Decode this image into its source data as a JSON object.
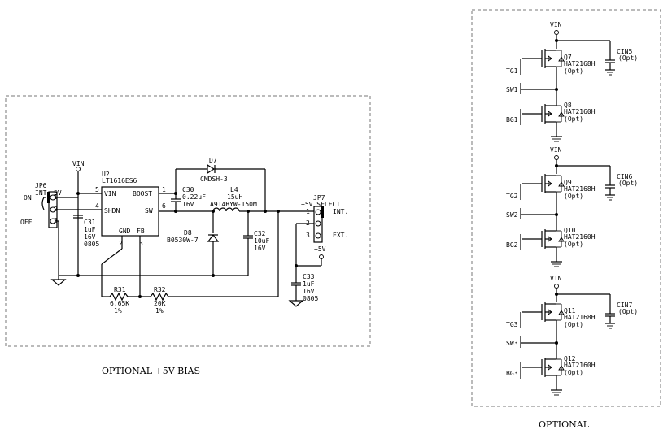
{
  "bias": {
    "caption": "OPTIONAL +5V BIAS",
    "vin": "VIN",
    "jp6": {
      "ref": "JP6",
      "mode": "INT",
      "volt": "5V",
      "on": "ON",
      "off": "OFF",
      "p1": "1",
      "p2": "2",
      "p3": "3"
    },
    "u2": {
      "ref": "U2",
      "part": "LT1616ES6",
      "vin": "VIN",
      "boost": "BOOST",
      "shdn": "SHDN",
      "sw": "SW",
      "gnd": "GND",
      "fb": "FB",
      "p5": "5",
      "p1": "1",
      "p4": "4",
      "p6": "6",
      "p2": "2",
      "p3": "3"
    },
    "c31": {
      "ref": "C31",
      "val": "1uF",
      "volt": "16V",
      "pkg": "0805"
    },
    "d7": {
      "ref": "D7",
      "part": "CMDSH-3"
    },
    "c30": {
      "ref": "C30",
      "val": "0.22uF",
      "volt": "16V"
    },
    "l4": {
      "ref": "L4",
      "val": "15uH",
      "part": "A914BYW-150M"
    },
    "d8": {
      "ref": "D8",
      "part": "B0530W-7"
    },
    "c32": {
      "ref": "C32",
      "val": "10uF",
      "volt": "16V"
    },
    "r31": {
      "ref": "R31",
      "val": "6.65K",
      "tol": "1%"
    },
    "r32": {
      "ref": "R32",
      "val": "20K",
      "tol": "1%"
    },
    "jp7": {
      "ref": "JP7",
      "title": "+5V SELECT",
      "int": "INT.",
      "ext": "EXT.",
      "p1": "1",
      "p2": "2",
      "p3": "3"
    },
    "plus5": "+5V",
    "c33": {
      "ref": "C33",
      "val": "1uF",
      "volt": "16V",
      "pkg": "0805"
    }
  },
  "optional": {
    "caption": "OPTIONAL",
    "sections": [
      {
        "vin": "VIN",
        "tg": "TG1",
        "sw": "SW1",
        "bg": "BG1",
        "qh": "Q7",
        "qh_part": "HAT2168H",
        "qh_opt": "(Opt)",
        "ql": "Q8",
        "ql_part": "HAT2160H",
        "ql_opt": "(Opt)",
        "cin": "CIN5",
        "cin_opt": "(Opt)"
      },
      {
        "vin": "VIN",
        "tg": "TG2",
        "sw": "SW2",
        "bg": "BG2",
        "qh": "Q9",
        "qh_part": "HAT2168H",
        "qh_opt": "(Opt)",
        "ql": "Q10",
        "ql_part": "HAT2160H",
        "ql_opt": "(Opt)",
        "cin": "CIN6",
        "cin_opt": "(Opt)"
      },
      {
        "vin": "VIN",
        "tg": "TG3",
        "sw": "SW3",
        "bg": "BG3",
        "qh": "Q11",
        "qh_part": "HAT2168H",
        "qh_opt": "(Opt)",
        "ql": "Q12",
        "ql_part": "HAT2160H",
        "ql_opt": "(Opt)",
        "cin": "CIN7",
        "cin_opt": "(Opt)"
      }
    ]
  }
}
